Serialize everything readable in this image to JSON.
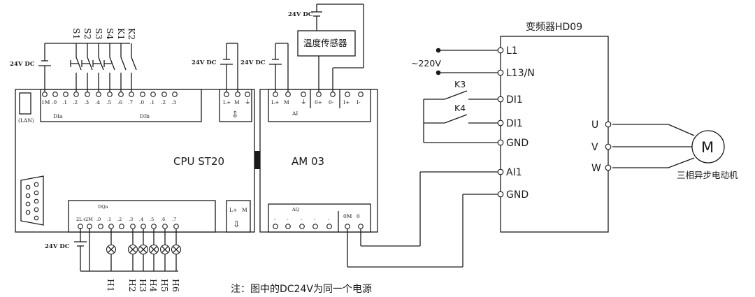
{
  "plc": {
    "model_label": "CPU  ST20",
    "lan_label": "(LAN)",
    "dia_label": "DIa",
    "dib_label": "DIb",
    "dqa_label": "DQa",
    "input_terminals": [
      "1M",
      ".0",
      ".1",
      ".2",
      ".3",
      ".4",
      ".5",
      ".6",
      ".7",
      ".0",
      ".1",
      ".2",
      ".3"
    ],
    "output_terminals": [
      "2L+",
      "2M",
      ".0",
      ".1",
      ".2",
      ".3",
      ".4",
      ".5",
      ".6",
      ".7"
    ],
    "power_terminals": [
      "L+",
      "M"
    ],
    "power_terminals_bottom": [
      "L+",
      "M"
    ]
  },
  "module": {
    "model_label": "AM 03",
    "ai_label": "AI",
    "aq_label": "AQ",
    "ai_terminals": [
      "L+",
      "M",
      "0+",
      "0-",
      "I+",
      "I-"
    ],
    "aq_terminals": [
      "0M",
      "0"
    ],
    "aq_dashes": [
      "-",
      "-",
      "-",
      "-",
      "-"
    ]
  },
  "supplies": {
    "input_supply": "24V DC",
    "plc_supply": "24V DC",
    "module_supply": "24V DC",
    "sensor_supply": "24V DC",
    "output_supply": "24V DC"
  },
  "switches": [
    "S1",
    "S2",
    "S3",
    "S4",
    "K1",
    "K2"
  ],
  "lamps": [
    "H1",
    "H2",
    "H3",
    "H4",
    "H5",
    "H6"
  ],
  "sensor": {
    "label": "温度传感器"
  },
  "inverter": {
    "title": "变频器HD09",
    "left_terminals": [
      "L1",
      "L13/N",
      "DI1",
      "DI1",
      "GND",
      "AI1",
      "GND"
    ],
    "right_terminals": [
      "U",
      "V",
      "W"
    ],
    "mains_label": "~220V",
    "relay_contacts": [
      "K3",
      "K4"
    ]
  },
  "motor": {
    "symbol": "M",
    "label": "三相异步电动机"
  },
  "note": "注：图中的DC24V为同一个电源"
}
